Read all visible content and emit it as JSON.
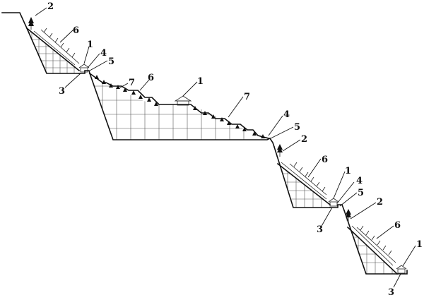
{
  "callouts": {
    "a1": "1",
    "b1": "1",
    "c1": "1",
    "d1": "1",
    "a2": "2",
    "c2": "2",
    "d2": "2",
    "a3": "3",
    "c3": "3",
    "d3": "3",
    "a4": "4",
    "b4": "4",
    "c4": "4",
    "a5": "5",
    "b5": "5",
    "c5": "5",
    "a6": "6",
    "b6": "6",
    "c6": "6",
    "d6": "6",
    "b7a": "7",
    "b7b": "7"
  }
}
